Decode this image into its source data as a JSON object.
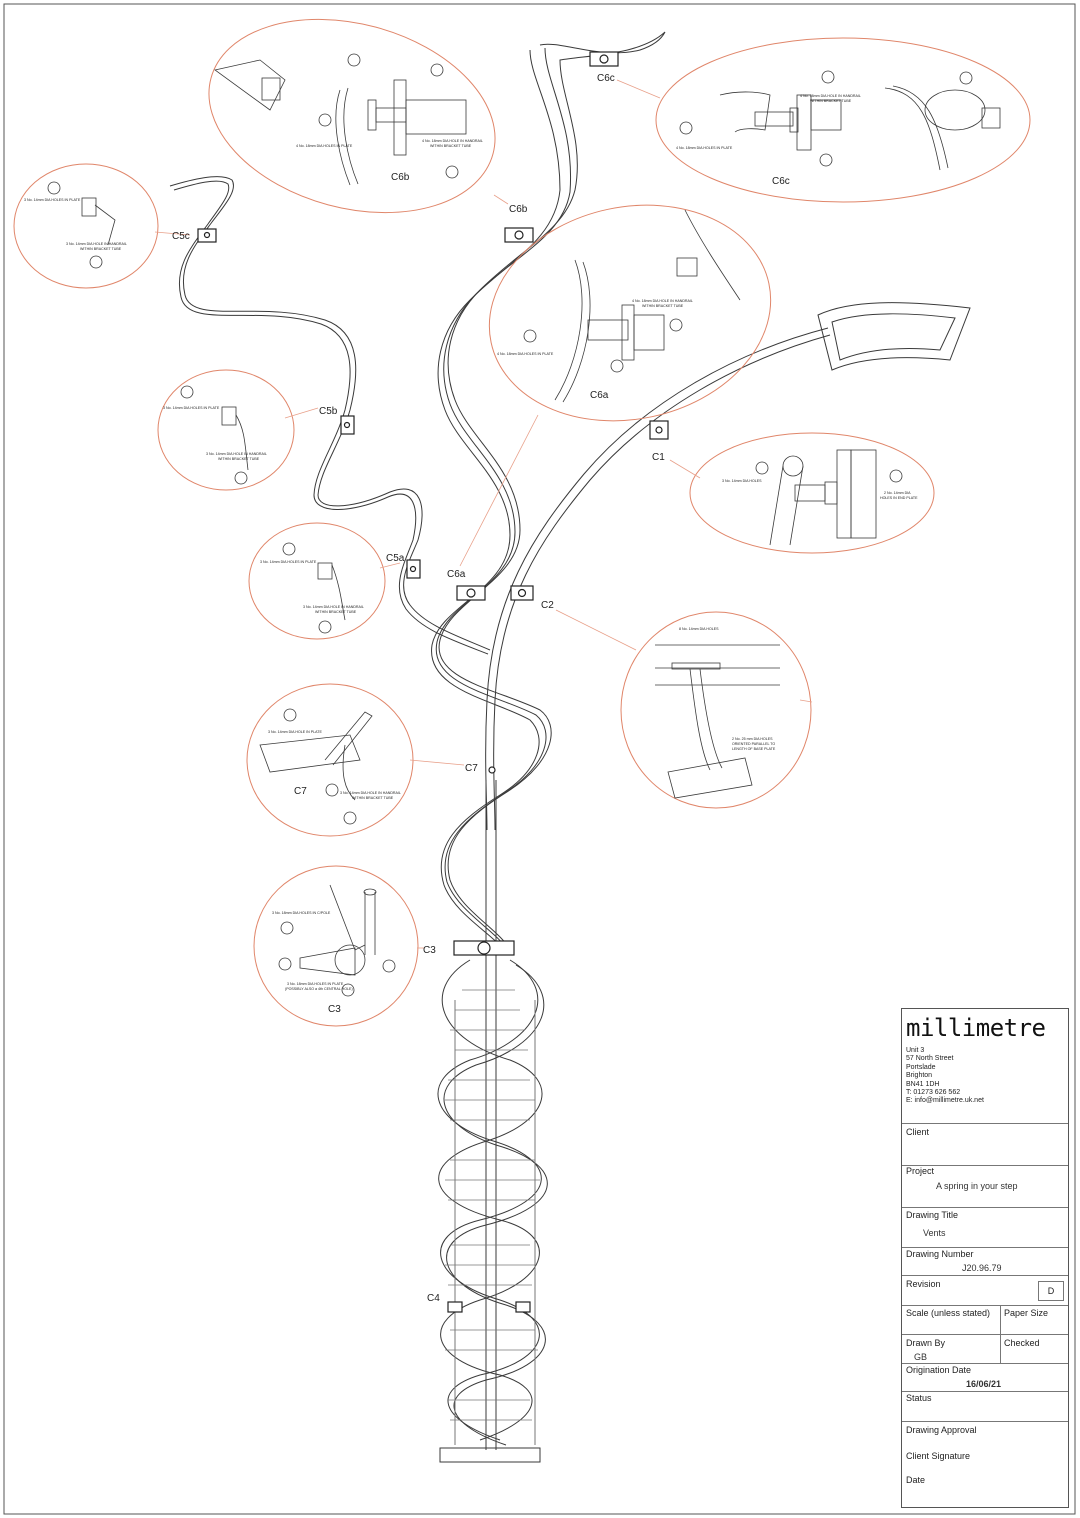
{
  "callouts": {
    "c1": "C1",
    "c2": "C2",
    "c3": "C3",
    "c4": "C4",
    "c5a": "C5a",
    "c5b": "C5b",
    "c5c": "C5c",
    "c6a": "C6a",
    "c6b": "C6b",
    "c6c": "C6c",
    "c7": "C7"
  },
  "notes": {
    "c5c_plate": "3 No. 14mm DIA HOLES IN PLATE",
    "c5c_hole_1": "3 No. 14mm DIA HOLE IN HANDRAIL",
    "c5c_hole_2": "WITHIN BRACKET TUBE",
    "c5b_plate": "3 No. 14mm DIA HOLES IN PLATE",
    "c5b_hole_1": "3 No. 14mm DIA HOLE IN HANDRAIL",
    "c5b_hole_2": "WITHIN BRACKET TUBE",
    "c5a_plate": "3 No. 14mm DIA HOLES IN PLATE",
    "c5a_hole_1": "3 No. 14mm DIA HOLE IN HANDRAIL",
    "c5a_hole_2": "WITHIN BRACKET TUBE",
    "c6b_plate": "4 No. 18mm DIA HOLES IN PLATE",
    "c6b_hole_1": "4 No. 18mm DIA HOLE IN HANDRAIL",
    "c6b_hole_2": "WITHIN BRACKET TUBE",
    "c6c_plate": "4 No. 18mm DIA HOLES IN PLATE",
    "c6c_hole_1": "4 No. 18mm DIA HOLE IN HANDRAIL",
    "c6c_hole_2": "WITHIN BRACKET TUBE",
    "c6a_plate": "4 No. 18mm DIA HOLES IN PLATE",
    "c6a_hole_1": "4 No. 18mm DIA HOLE IN HANDRAIL",
    "c6a_hole_2": "WITHIN BRACKET TUBE",
    "c1_holes": "3 No. 14mm DIA HOLES",
    "c1_end_1": "2 No. 14mm DIA",
    "c1_end_2": "HOLES IN END PLATE",
    "c2_holes": "8 No. 14mm DIA HOLES",
    "c2_base_1": "2 No. 25 mm DIA HOLES",
    "c2_base_2": "ORIENTED PARALLEL TO",
    "c2_base_3": "LENGTH OF BASE PLATE",
    "c7_plate": "3 No. 14mm DIA HOLE IN PLATE",
    "c7_hole_1": "3 No. 14mm DIA HOLE IN HANDRAIL",
    "c7_hole_2": "WITHIN BRACKET TUBE",
    "c3_pole": "3 No. 18mm DIA HOLES IN C/POLE",
    "c3_plate_1": "3 No. 18mm DIA HOLES IN PLATE",
    "c3_plate_2": "(POSSIBLY ALSO a 4th CENTRAL HOLE)"
  },
  "title_block": {
    "logo": "millimetre",
    "address": [
      "Unit 3",
      "57 North Street",
      "Portslade",
      "Brighton",
      "BN41 1DH",
      "T: 01273 626 562",
      "E: info@millimetre.uk.net"
    ],
    "client_label": "Client",
    "client_value": "",
    "project_label": "Project",
    "project_value": "A spring in your step",
    "drawing_title_label": "Drawing Title",
    "drawing_title_value": "Vents",
    "drawing_number_label": "Drawing Number",
    "drawing_number_value": "J20.96.79",
    "revision_label": "Revision",
    "revision_value": "D",
    "scale_label": "Scale (unless stated)",
    "paper_size_label": "Paper Size",
    "drawn_by_label": "Drawn By",
    "drawn_by_value": "GB",
    "checked_label": "Checked",
    "origination_date_label": "Origination Date",
    "origination_date_value": "16/06/21",
    "status_label": "Status",
    "drawing_approval_label": "Drawing Approval",
    "client_signature_label": "Client Signature",
    "date_label": "Date"
  },
  "colors": {
    "line": "#3a3a3a",
    "callout": "#e0866a",
    "leader": "#e8a08a"
  }
}
